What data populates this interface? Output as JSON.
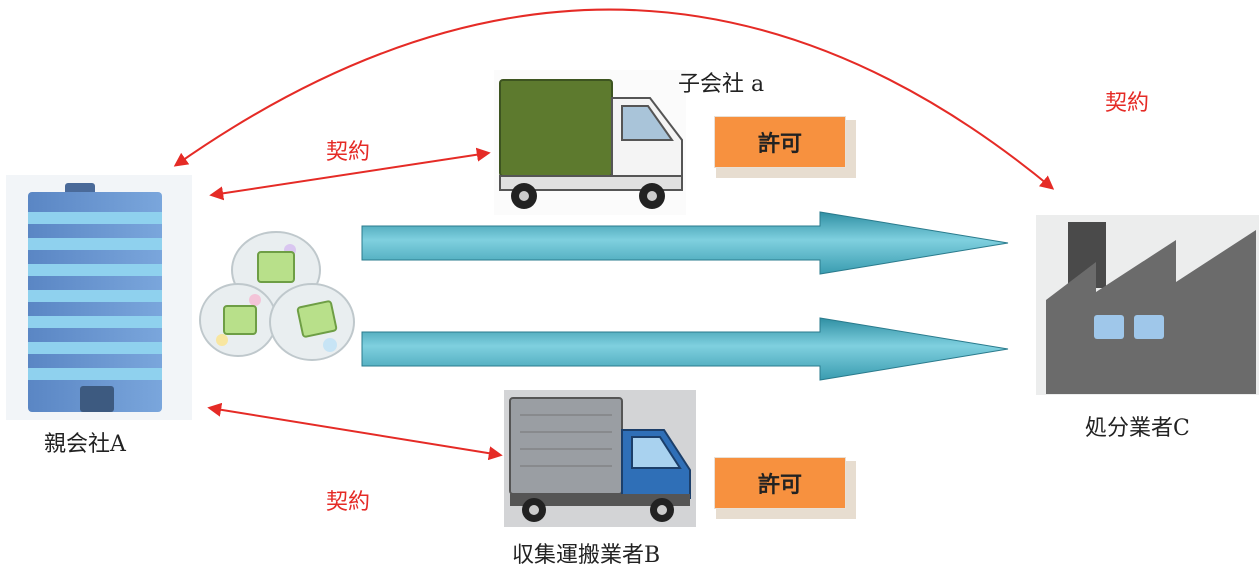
{
  "nodes": {
    "parent_company": "親会社A",
    "subsidiary": "子会社 a",
    "collector": "収集運搬業者B",
    "disposer": "処分業者C"
  },
  "contracts": {
    "top": "契約",
    "subsidiary": "契約",
    "collector": "契約"
  },
  "permits": {
    "subsidiary": "許可",
    "collector": "許可"
  },
  "colors": {
    "contract_arrow": "#e52b26",
    "flow_arrow": "#5bb5c8",
    "permit_badge": "#f7913f"
  }
}
